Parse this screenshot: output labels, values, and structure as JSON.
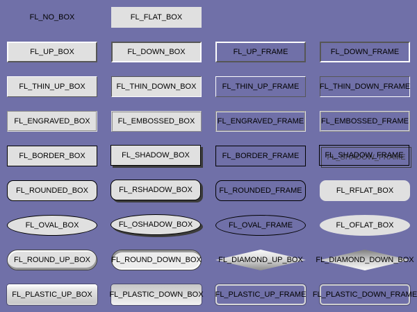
{
  "palette": {
    "background": "#7070a8",
    "box_fill": "#e0e0e0",
    "label_color": "#000000",
    "bevel_light": "#fdfdfd",
    "bevel_dark": "#565656",
    "border": "#000000",
    "shadow": "#3c3c3c"
  },
  "items": [
    {
      "label": "FL_NO_BOX",
      "type": "no-box"
    },
    {
      "label": "FL_FLAT_BOX",
      "type": "flat-box"
    },
    {
      "label": "FL_UP_BOX",
      "type": "up-box"
    },
    {
      "label": "FL_DOWN_BOX",
      "type": "down-box"
    },
    {
      "label": "FL_UP_FRAME",
      "type": "up-frame"
    },
    {
      "label": "FL_DOWN_FRAME",
      "type": "down-frame"
    },
    {
      "label": "FL_THIN_UP_BOX",
      "type": "thin-up-box"
    },
    {
      "label": "FL_THIN_DOWN_BOX",
      "type": "thin-down-box"
    },
    {
      "label": "FL_THIN_UP_FRAME",
      "type": "thin-up-frame"
    },
    {
      "label": "FL_THIN_DOWN_FRAME",
      "type": "thin-down-frame"
    },
    {
      "label": "FL_ENGRAVED_BOX",
      "type": "engraved-box"
    },
    {
      "label": "FL_EMBOSSED_BOX",
      "type": "embossed-box"
    },
    {
      "label": "FL_ENGRAVED_FRAME",
      "type": "engraved-frame"
    },
    {
      "label": "FL_EMBOSSED_FRAME",
      "type": "embossed-frame"
    },
    {
      "label": "FL_BORDER_BOX",
      "type": "border-box"
    },
    {
      "label": "FL_SHADOW_BOX",
      "type": "shadow-box"
    },
    {
      "label": "FL_BORDER_FRAME",
      "type": "border-frame"
    },
    {
      "label": "FL_SHADOW_FRAME",
      "type": "shadow-frame"
    },
    {
      "label": "FL_ROUNDED_BOX",
      "type": "rounded-box"
    },
    {
      "label": "FL_RSHADOW_BOX",
      "type": "rshadow-box"
    },
    {
      "label": "FL_ROUNDED_FRAME",
      "type": "rounded-frame"
    },
    {
      "label": "FL_RFLAT_BOX",
      "type": "rflat-box"
    },
    {
      "label": "FL_OVAL_BOX",
      "type": "oval-box"
    },
    {
      "label": "FL_OSHADOW_BOX",
      "type": "oshadow-box"
    },
    {
      "label": "FL_OVAL_FRAME",
      "type": "oval-frame"
    },
    {
      "label": "FL_OFLAT_BOX",
      "type": "oflat-box"
    },
    {
      "label": "FL_ROUND_UP_BOX",
      "type": "round-up-box"
    },
    {
      "label": "FL_ROUND_DOWN_BOX",
      "type": "round-down-box"
    },
    {
      "label": "FL_DIAMOND_UP_BOX",
      "type": "diamond-up-box"
    },
    {
      "label": "FL_DIAMOND_DOWN_BOX",
      "type": "diamond-down-box"
    },
    {
      "label": "FL_PLASTIC_UP_BOX",
      "type": "plastic-up-box"
    },
    {
      "label": "FL_PLASTIC_DOWN_BOX",
      "type": "plastic-down-box"
    },
    {
      "label": "FL_PLASTIC_UP_FRAME",
      "type": "plastic-up-frame"
    },
    {
      "label": "FL_PLASTIC_DOWN_FRAME",
      "type": "plastic-down-frame"
    }
  ]
}
